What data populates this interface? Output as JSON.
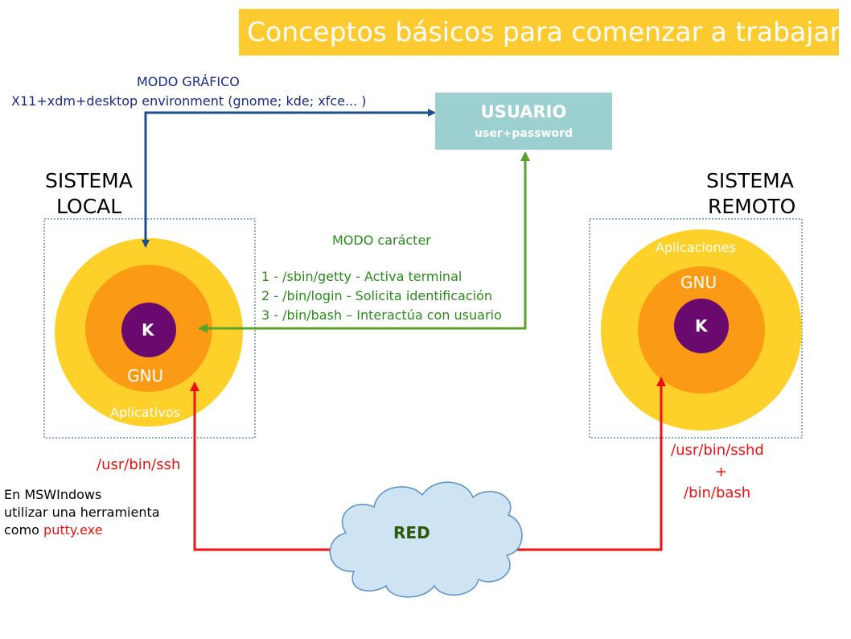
{
  "title": "Conceptos básicos para comenzar a trabajar",
  "usuario": {
    "title": "USUARIO",
    "subtitle": "user+password"
  },
  "modo_grafico": {
    "label": "MODO GRÁFICO",
    "description": "X11+xdm+desktop environment (gnome; kde; xfce... )"
  },
  "sistema_local": {
    "line1": "SISTEMA",
    "line2": "LOCAL",
    "kernel": "K",
    "gnu": "GNU",
    "apps": "Aplicativos"
  },
  "sistema_remoto": {
    "line1": "SISTEMA",
    "line2": "REMOTO",
    "kernel": "K",
    "gnu": "GNU",
    "apps": "Aplicaciones"
  },
  "modo_caracter": {
    "label": "MODO carácter",
    "steps": [
      "1 - /sbin/getty - Activa terminal",
      "2 - /bin/login -  Solicita identificación",
      "3 - /bin/bash – Interactúa con usuario"
    ]
  },
  "ssh": {
    "client": "/usr/bin/ssh",
    "server": "/usr/bin/sshd",
    "plus": "+",
    "shell": "/bin/bash"
  },
  "mswindows": {
    "line1": "En MSWIndows",
    "line2": "utilizar una herramienta",
    "line3_prefix": "como ",
    "line3_tool": "putty.exe"
  },
  "network": {
    "label": "RED"
  },
  "colors": {
    "banner": "#fdca2f",
    "usuario_box": "#9ccfcf",
    "outer_ring": "#fdd12a",
    "middle_ring": "#fb9a14",
    "kernel": "#6a0a6e",
    "graphic_arrow": "#1c4f8c",
    "char_arrow": "#5aa02c",
    "ssh_arrow": "#ee1111",
    "cloud": "#cfe4f2"
  }
}
